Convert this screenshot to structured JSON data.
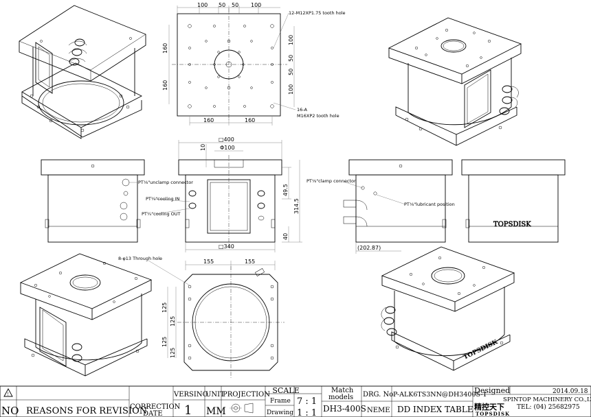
{
  "notes": {
    "tooth_hole_top": "12-M12XP1.75 tooth hole",
    "tooth_hole_bottom_1": "16-A",
    "tooth_hole_bottom_2": "M16XP2 tooth hole",
    "through_hole": "8-φ13 Through hole",
    "unclamp": "PT⅛\"unclamp connector",
    "cooling_in": "PT¼\"cooling IN",
    "cooling_out": "PT¼\"cooling OUT",
    "clamp": "PT⅛\"clamp connector",
    "lubricant": "PT⅛\"lubricant position",
    "side_brand": "TOPSDISK",
    "iso_brand": "TOPSDISK"
  },
  "dims": {
    "top_row": [
      "100",
      "50",
      "50",
      "100"
    ],
    "left_col": [
      "160",
      "160"
    ],
    "right_col": [
      "100",
      "50",
      "50",
      "100"
    ],
    "bottom_row": [
      "160",
      "160"
    ],
    "square_400": "□400",
    "phi_100": "Φ100",
    "d10": "10",
    "d49_5": "49.5",
    "d314_5": "314.5",
    "d40": "40",
    "square_340": "□340",
    "d202_87": "(202.87)",
    "bottom_top": [
      "155",
      "155"
    ],
    "bottom_left": [
      "125",
      "125",
      "125",
      "125"
    ]
  },
  "title_block": {
    "no_label": "NO",
    "reasons_label": "REASONS FOR REVISION",
    "correction_label": "CORRECTION",
    "date_label": "DATE",
    "version_label": "VERSINO",
    "version_value": "1",
    "unit_label": "UNIT",
    "unit_value": "MM",
    "projection_label": "PROJECTION",
    "scale_label": "SCALE",
    "frame_label": "Frame",
    "frame_value": "7 : 1",
    "drawing_label": "Drawing",
    "drawing_value": "1 : 1",
    "match_label_1": "Match",
    "match_label_2": "models",
    "match_value": "DH3-400S",
    "drg_label": "DRG. No.",
    "drg_value": "P-ALK6TS3NN@DH3400S-1",
    "neme_label": "NEME",
    "neme_value": "DD INDEX TABLE",
    "designed_label": "Designed",
    "date_value": "2014.09.18",
    "company": "SPINTOP MACHINERY CO.,LTD.",
    "tel": "TEL: (04) 25682975",
    "logo_cn": "精控天下",
    "logo_en": "TOPSDISK"
  }
}
